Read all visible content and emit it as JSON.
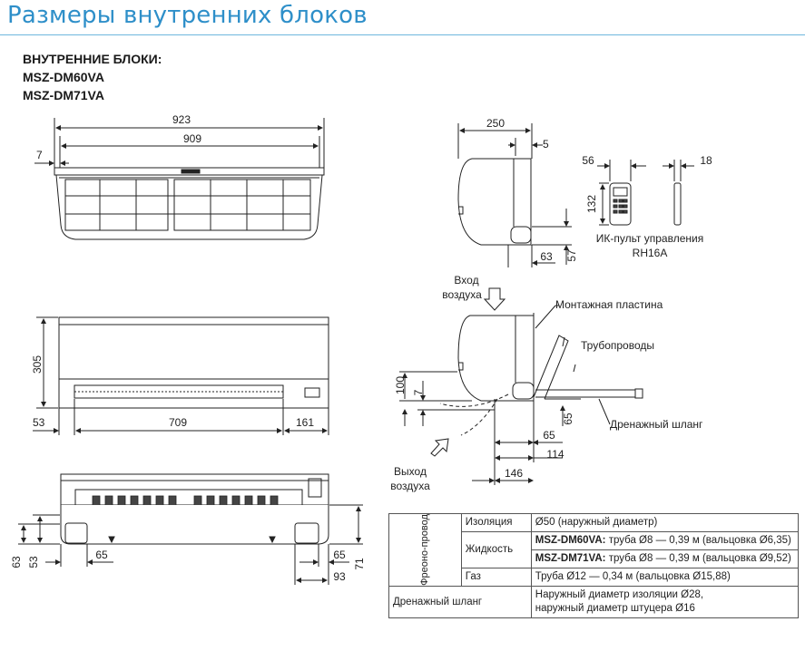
{
  "title": "Размеры внутренних блоков",
  "models": {
    "heading": "ВНУТРЕННИЕ БЛОКИ:",
    "model_1": "MSZ-DM60VA",
    "model_2": "MSZ-DM71VA"
  },
  "front_view": {
    "overall_width": "923",
    "filter_width": "909",
    "side_offset": "7"
  },
  "rear_view": {
    "height": "305",
    "left_offset": "53",
    "center_span": "709",
    "right_offset": "161"
  },
  "bottom_view": {
    "dim_63": "63",
    "dim_53": "53",
    "dim_65_left": "65",
    "dim_65_right": "65",
    "dim_93": "93",
    "dim_71": "71"
  },
  "side_view": {
    "depth": "250",
    "dim_5": "5",
    "dim_63": "63",
    "dim_57": "57"
  },
  "remote": {
    "width": "56",
    "thickness": "18",
    "height": "132",
    "label_line_1": "ИК-пульт управления",
    "label_line_2": "RH16A"
  },
  "install_view": {
    "air_in_1": "Вход",
    "air_in_2": "воздуха",
    "air_out_1": "Выход",
    "air_out_2": "воздуха",
    "mount_plate": "Монтажная пластина",
    "piping": "Трубопроводы",
    "drain_hose": "Дренажный шланг",
    "dim_100": "100",
    "dim_7": "7",
    "dim_65_vert": "65",
    "dim_65": "65",
    "dim_114": "114",
    "dim_146": "146"
  },
  "spec_table": {
    "group_label": "Фреоно-провод",
    "rows": [
      {
        "name": "Изоляция",
        "value": "Ø50 (наружный диаметр)"
      },
      {
        "name": "Жидкость",
        "value_1_model": "MSZ-DM60VA:",
        "value_1": " труба Ø8 — 0,39 м (вальцовка Ø6,35)",
        "value_2_model": "MSZ-DM71VA:",
        "value_2": " труба Ø8 — 0,39 м (вальцовка Ø9,52)"
      },
      {
        "name": "Газ",
        "value": "Труба Ø12 — 0,34 м (вальцовка Ø15,88)"
      }
    ],
    "drain": {
      "name": "Дренажный шланг",
      "value_1": "Наружный диаметр изоляции Ø28,",
      "value_2": "наружный диаметр штуцера Ø16"
    }
  },
  "colors": {
    "title": "#2e8fc9",
    "rule": "#6fb7de",
    "line": "#222222"
  }
}
